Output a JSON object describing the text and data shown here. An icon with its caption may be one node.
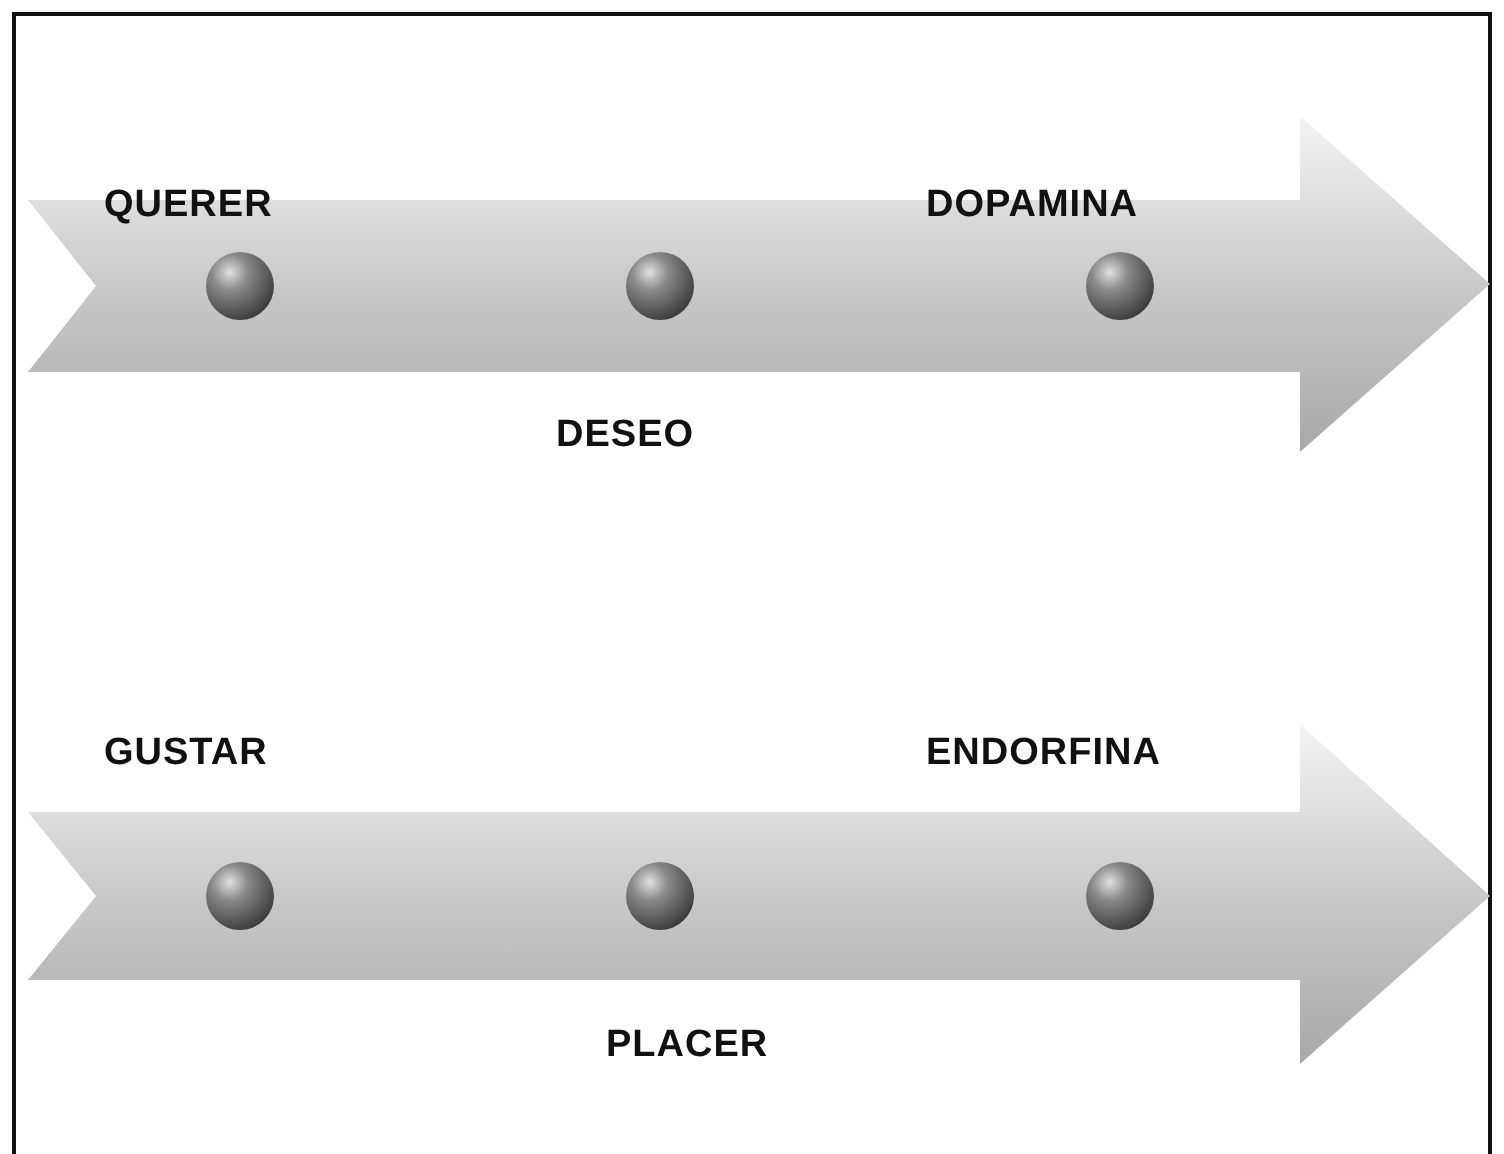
{
  "diagram": {
    "labels": [
      "QUERER",
      "DOPAMINA",
      "DESEO",
      "GUSTAR",
      "ENDORFINA",
      "PLACER"
    ]
  }
}
